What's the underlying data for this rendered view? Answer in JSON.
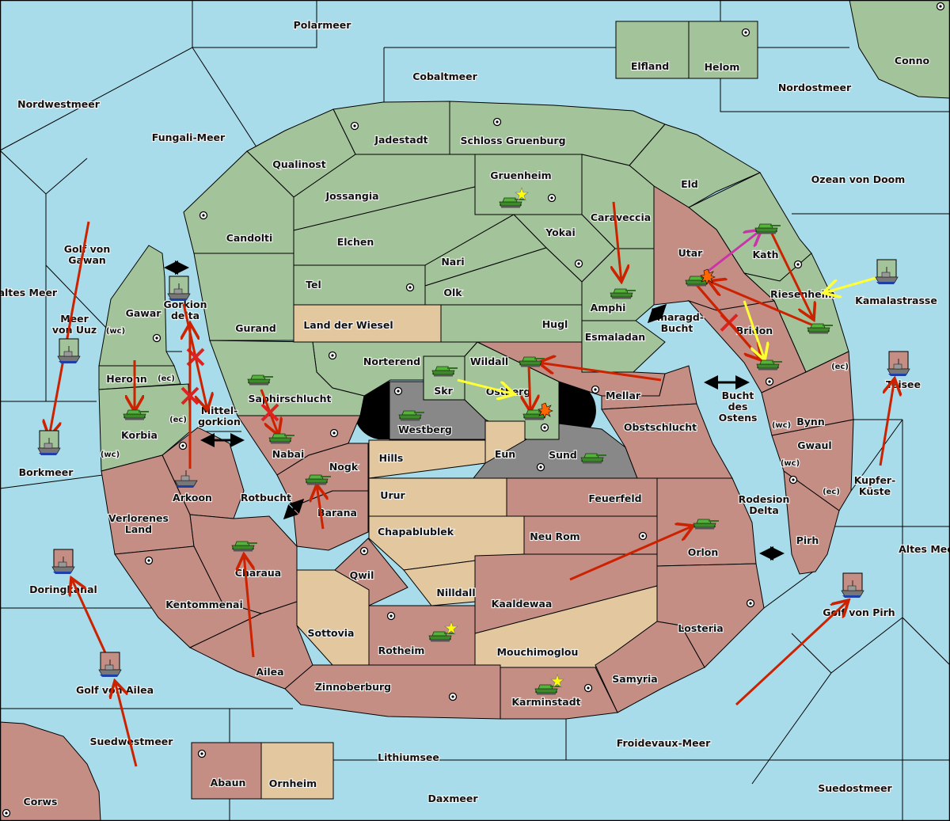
{
  "colors": {
    "sea": "#a8dcea",
    "green": "#a3c49a",
    "red": "#c48e85",
    "neutral": "#e2c79f",
    "gray": "#888888",
    "impassable": "#000000",
    "move_order": "#cc2200",
    "support_order": "#ffff33",
    "convoy_order": "#cc33aa"
  },
  "territories": [
    {
      "name": "Polarmeer",
      "owner": "sea",
      "label": "Polarmeer"
    },
    {
      "name": "Nordwestmeer",
      "owner": "sea",
      "label": "Nordwestmeer"
    },
    {
      "name": "Fungali-Meer",
      "owner": "sea",
      "label": "Fungali-Meer"
    },
    {
      "name": "Cobaltmeer",
      "owner": "sea",
      "label": "Cobaltmeer"
    },
    {
      "name": "Nordostmeer",
      "owner": "sea",
      "label": "Nordostmeer"
    },
    {
      "name": "Ozean von Doom",
      "owner": "sea",
      "label": "Ozean von Doom"
    },
    {
      "name": "Golf von Gawan",
      "owner": "sea",
      "label": "Golf von Gawan"
    },
    {
      "name": "Kaltes Meer",
      "owner": "sea",
      "label": "Kaltes Meer"
    },
    {
      "name": "Meer von Uuz",
      "owner": "sea",
      "label": "Meer von Uuz"
    },
    {
      "name": "Borkmeer",
      "owner": "sea",
      "label": "Borkmeer"
    },
    {
      "name": "Doringkanal",
      "owner": "sea",
      "label": "Doringkanal"
    },
    {
      "name": "Golf von Ailea",
      "owner": "sea",
      "label": "Golf von Ailea"
    },
    {
      "name": "Suedwestmeer",
      "owner": "sea",
      "label": "Suedwestmeer"
    },
    {
      "name": "Lithiumsee",
      "owner": "sea",
      "label": "Lithiumsee"
    },
    {
      "name": "Daxmeer",
      "owner": "sea",
      "label": "Daxmeer"
    },
    {
      "name": "Froidevaux-Meer",
      "owner": "sea",
      "label": "Froidevaux-Meer"
    },
    {
      "name": "Suedostmeer",
      "owner": "sea",
      "label": "Suedostmeer"
    },
    {
      "name": "Golf von Pirh",
      "owner": "sea",
      "label": "Golf von Pirh"
    },
    {
      "name": "Altes Meer",
      "owner": "sea",
      "label": "Altes Meer"
    },
    {
      "name": "Kupfer-Kueste",
      "owner": "sea",
      "label": "Kupfer- Küste"
    },
    {
      "name": "Teisee",
      "owner": "sea",
      "label": "Teisee"
    },
    {
      "name": "Kamalastrasse",
      "owner": "sea",
      "label": "Kamalastrasse"
    },
    {
      "name": "Gorkion delta",
      "owner": "sea",
      "label": "Gorkion delta"
    },
    {
      "name": "Mittel-gorkion",
      "owner": "sea",
      "label": "Mittel- gorkion"
    },
    {
      "name": "Rotbucht",
      "owner": "sea",
      "label": "Rotbucht"
    },
    {
      "name": "Smaragd-Bucht",
      "owner": "sea",
      "label": "Smaragd- Bucht"
    },
    {
      "name": "Bucht des Ostens",
      "owner": "sea",
      "label": "Bucht des Ostens"
    },
    {
      "name": "Rodesion Delta",
      "owner": "sea",
      "label": "Rodesion Delta"
    },
    {
      "name": "Elfland",
      "owner": "green",
      "label": "Elfland"
    },
    {
      "name": "Helom",
      "owner": "green",
      "label": "Helom"
    },
    {
      "name": "Conno",
      "owner": "green",
      "label": "Conno"
    },
    {
      "name": "Jadestadt",
      "owner": "green",
      "label": "Jadestadt"
    },
    {
      "name": "Schloss Gruenburg",
      "owner": "green",
      "label": "Schloss Gruenburg"
    },
    {
      "name": "Qualinost",
      "owner": "green",
      "label": "Qualinost"
    },
    {
      "name": "Jossangia",
      "owner": "green",
      "label": "Jossangia"
    },
    {
      "name": "Gruenheim",
      "owner": "green",
      "label": "Gruenheim"
    },
    {
      "name": "Eld",
      "owner": "green",
      "label": "Eld"
    },
    {
      "name": "Candolti",
      "owner": "green",
      "label": "Candolti"
    },
    {
      "name": "Elchen",
      "owner": "green",
      "label": "Elchen"
    },
    {
      "name": "Caraveccia",
      "owner": "green",
      "label": "Caraveccia"
    },
    {
      "name": "Yokai",
      "owner": "green",
      "label": "Yokai"
    },
    {
      "name": "Nari",
      "owner": "green",
      "label": "Nari"
    },
    {
      "name": "Tel",
      "owner": "green",
      "label": "Tel"
    },
    {
      "name": "Olk",
      "owner": "green",
      "label": "Olk"
    },
    {
      "name": "Amphi",
      "owner": "green",
      "label": "Amphi"
    },
    {
      "name": "Kath",
      "owner": "green",
      "label": "Kath"
    },
    {
      "name": "Riesenheim",
      "owner": "green",
      "label": "Riesenheim"
    },
    {
      "name": "Gurand",
      "owner": "green",
      "label": "Gurand"
    },
    {
      "name": "Hugl",
      "owner": "green",
      "label": "Hugl"
    },
    {
      "name": "Esmaladan",
      "owner": "green",
      "label": "Esmaladan"
    },
    {
      "name": "Norterend",
      "owner": "green",
      "label": "Norterend"
    },
    {
      "name": "Saphirschlucht",
      "owner": "green",
      "label": "Saphirschlucht"
    },
    {
      "name": "Skr",
      "owner": "green",
      "label": "Skr"
    },
    {
      "name": "Ostberg",
      "owner": "green",
      "label": "Ostberg"
    },
    {
      "name": "Gawar",
      "owner": "green",
      "label": "Gawar"
    },
    {
      "name": "Heronn",
      "owner": "green",
      "label": "Heronn"
    },
    {
      "name": "Korbia",
      "owner": "green",
      "label": "Korbia"
    },
    {
      "name": "Land der Wiesel",
      "owner": "neutral",
      "label": "Land der Wiesel"
    },
    {
      "name": "Hills",
      "owner": "neutral",
      "label": "Hills"
    },
    {
      "name": "Eun",
      "owner": "neutral",
      "label": "Eun"
    },
    {
      "name": "Urur",
      "owner": "neutral",
      "label": "Urur"
    },
    {
      "name": "Chapablublek",
      "owner": "neutral",
      "label": "Chapablublek"
    },
    {
      "name": "Nilldall",
      "owner": "neutral",
      "label": "Nilldall"
    },
    {
      "name": "Sottovia",
      "owner": "neutral",
      "label": "Sottovia"
    },
    {
      "name": "Mouchimoglou",
      "owner": "neutral",
      "label": "Mouchimoglou"
    },
    {
      "name": "Ornheim",
      "owner": "neutral",
      "label": "Ornheim"
    },
    {
      "name": "Westberg",
      "owner": "gray",
      "label": "Westberg"
    },
    {
      "name": "Sund",
      "owner": "gray",
      "label": "Sund"
    },
    {
      "name": "Utar",
      "owner": "red",
      "label": "Utar"
    },
    {
      "name": "Bridon",
      "owner": "red",
      "label": "Bridon"
    },
    {
      "name": "Wildall",
      "owner": "red",
      "label": "Wildall"
    },
    {
      "name": "Mellar",
      "owner": "red",
      "label": "Mellar"
    },
    {
      "name": "Obstschlucht",
      "owner": "red",
      "label": "Obstschlucht"
    },
    {
      "name": "Bynn",
      "owner": "red",
      "label": "Bynn"
    },
    {
      "name": "Gwaul",
      "owner": "red",
      "label": "Gwaul"
    },
    {
      "name": "Pirh",
      "owner": "red",
      "label": "Pirh"
    },
    {
      "name": "Nabai",
      "owner": "red",
      "label": "Nabai"
    },
    {
      "name": "Nogk",
      "owner": "red",
      "label": "Nogk"
    },
    {
      "name": "Barana",
      "owner": "red",
      "label": "Barana"
    },
    {
      "name": "Arkoon",
      "owner": "red",
      "label": "Arkoon"
    },
    {
      "name": "Verlorenes Land",
      "owner": "red",
      "label": "Verlorenes Land"
    },
    {
      "name": "Charaua",
      "owner": "red",
      "label": "Charaua"
    },
    {
      "name": "Kentommenai",
      "owner": "red",
      "label": "Kentommenai"
    },
    {
      "name": "Feuerfeld",
      "owner": "red",
      "label": "Feuerfeld"
    },
    {
      "name": "Neu Rom",
      "owner": "red",
      "label": "Neu Rom"
    },
    {
      "name": "Orlon",
      "owner": "red",
      "label": "Orlon"
    },
    {
      "name": "Qwil",
      "owner": "red",
      "label": "Qwil"
    },
    {
      "name": "Kaaldewaa",
      "owner": "red",
      "label": "Kaaldewaa"
    },
    {
      "name": "Losteria",
      "owner": "red",
      "label": "Losteria"
    },
    {
      "name": "Rotheim",
      "owner": "red",
      "label": "Rotheim"
    },
    {
      "name": "Samyria",
      "owner": "red",
      "label": "Samyria"
    },
    {
      "name": "Ailea",
      "owner": "red",
      "label": "Ailea"
    },
    {
      "name": "Zinnoberburg",
      "owner": "red",
      "label": "Zinnoberburg"
    },
    {
      "name": "Karminstadt",
      "owner": "red",
      "label": "Karminstadt"
    },
    {
      "name": "Abaun",
      "owner": "red",
      "label": "Abaun"
    },
    {
      "name": "Corws",
      "owner": "red",
      "label": "Corws"
    }
  ],
  "coast_labels": [
    "(wc)",
    "(ec)",
    "(ec)",
    "(wc)",
    "(ec)",
    "(wc)",
    "(wc)",
    "(ec)"
  ],
  "units": [
    {
      "type": "army",
      "province": "Gruenheim",
      "home_star": true
    },
    {
      "type": "army",
      "province": "Kath"
    },
    {
      "type": "army",
      "province": "Utar",
      "dislodged": true
    },
    {
      "type": "army",
      "province": "Amphi"
    },
    {
      "type": "army",
      "province": "Riesenheim"
    },
    {
      "type": "army",
      "province": "Bridon"
    },
    {
      "type": "army",
      "province": "Wildall"
    },
    {
      "type": "army",
      "province": "Skr"
    },
    {
      "type": "army",
      "province": "Ostberg",
      "dislodged": true
    },
    {
      "type": "army",
      "province": "Westberg"
    },
    {
      "type": "army",
      "province": "Sund"
    },
    {
      "type": "army",
      "province": "Saphirschlucht"
    },
    {
      "type": "army",
      "province": "Nabai"
    },
    {
      "type": "army",
      "province": "Nogk"
    },
    {
      "type": "army",
      "province": "Korbia"
    },
    {
      "type": "army",
      "province": "Charaua"
    },
    {
      "type": "army",
      "province": "Orlon"
    },
    {
      "type": "army",
      "province": "Rotheim",
      "home_star": true
    },
    {
      "type": "army",
      "province": "Karminstadt",
      "home_star": true
    },
    {
      "type": "fleet",
      "province": "Gorkion delta",
      "owner": "green"
    },
    {
      "type": "fleet",
      "province": "Meer von Uuz",
      "owner": "green"
    },
    {
      "type": "fleet",
      "province": "Borkmeer",
      "owner": "green"
    },
    {
      "type": "fleet",
      "province": "Arkoon",
      "owner": "none"
    },
    {
      "type": "fleet",
      "province": "Kamalastrasse",
      "owner": "green"
    },
    {
      "type": "fleet",
      "province": "Teisee",
      "owner": "red"
    },
    {
      "type": "fleet",
      "province": "Doringkanal",
      "owner": "red"
    },
    {
      "type": "fleet",
      "province": "Golf von Ailea",
      "owner": "red"
    },
    {
      "type": "fleet",
      "province": "Golf von Pirh",
      "owner": "red"
    }
  ],
  "orders": [
    {
      "kind": "move",
      "from": "Caraveccia",
      "to": "Amphi"
    },
    {
      "kind": "move",
      "from": "Kath",
      "to": "Riesenheim"
    },
    {
      "kind": "move",
      "from": "Riesenheim",
      "to": "Utar"
    },
    {
      "kind": "move",
      "from": "Utar",
      "to": "Bridon",
      "failed": true
    },
    {
      "kind": "move",
      "from": "Utar",
      "to": "Bridon"
    },
    {
      "kind": "support",
      "from": "Kamalastrasse",
      "to": "Riesenheim"
    },
    {
      "kind": "support",
      "from": "Utar",
      "to": "Bridon"
    },
    {
      "kind": "convoy",
      "from": "Utar",
      "to": "Kath"
    },
    {
      "kind": "move",
      "from": "Mellar",
      "to": "Wildall"
    },
    {
      "kind": "move",
      "from": "Wildall",
      "to": "Ostberg"
    },
    {
      "kind": "support",
      "from": "Skr",
      "to": "Ostberg"
    },
    {
      "kind": "move",
      "from": "Saphirschlucht",
      "to": "Nabai",
      "failed": true
    },
    {
      "kind": "move",
      "from": "Gorkion delta",
      "to": "Mittel-gorkion",
      "failed": true
    },
    {
      "kind": "move",
      "from": "Arkoon",
      "to": "Gorkion delta",
      "failed": true
    },
    {
      "kind": "move",
      "from": "Heronn",
      "to": "Korbia"
    },
    {
      "kind": "move",
      "from": "Golf von Gawan",
      "to": "Borkmeer"
    },
    {
      "kind": "move",
      "from": "Barana",
      "to": "Nogk"
    },
    {
      "kind": "move",
      "from": "Ailea",
      "to": "Charaua"
    },
    {
      "kind": "move",
      "from": "Golf von Ailea",
      "to": "Doringkanal"
    },
    {
      "kind": "move",
      "from": "Suedwestmeer",
      "to": "Golf von Ailea"
    },
    {
      "kind": "move",
      "from": "Kaaldewaa",
      "to": "Orlon"
    },
    {
      "kind": "move",
      "from": "Froidevaux-Meer",
      "to": "Golf von Pirh"
    },
    {
      "kind": "move",
      "from": "Kupfer-Kueste",
      "to": "Teisee"
    }
  ]
}
